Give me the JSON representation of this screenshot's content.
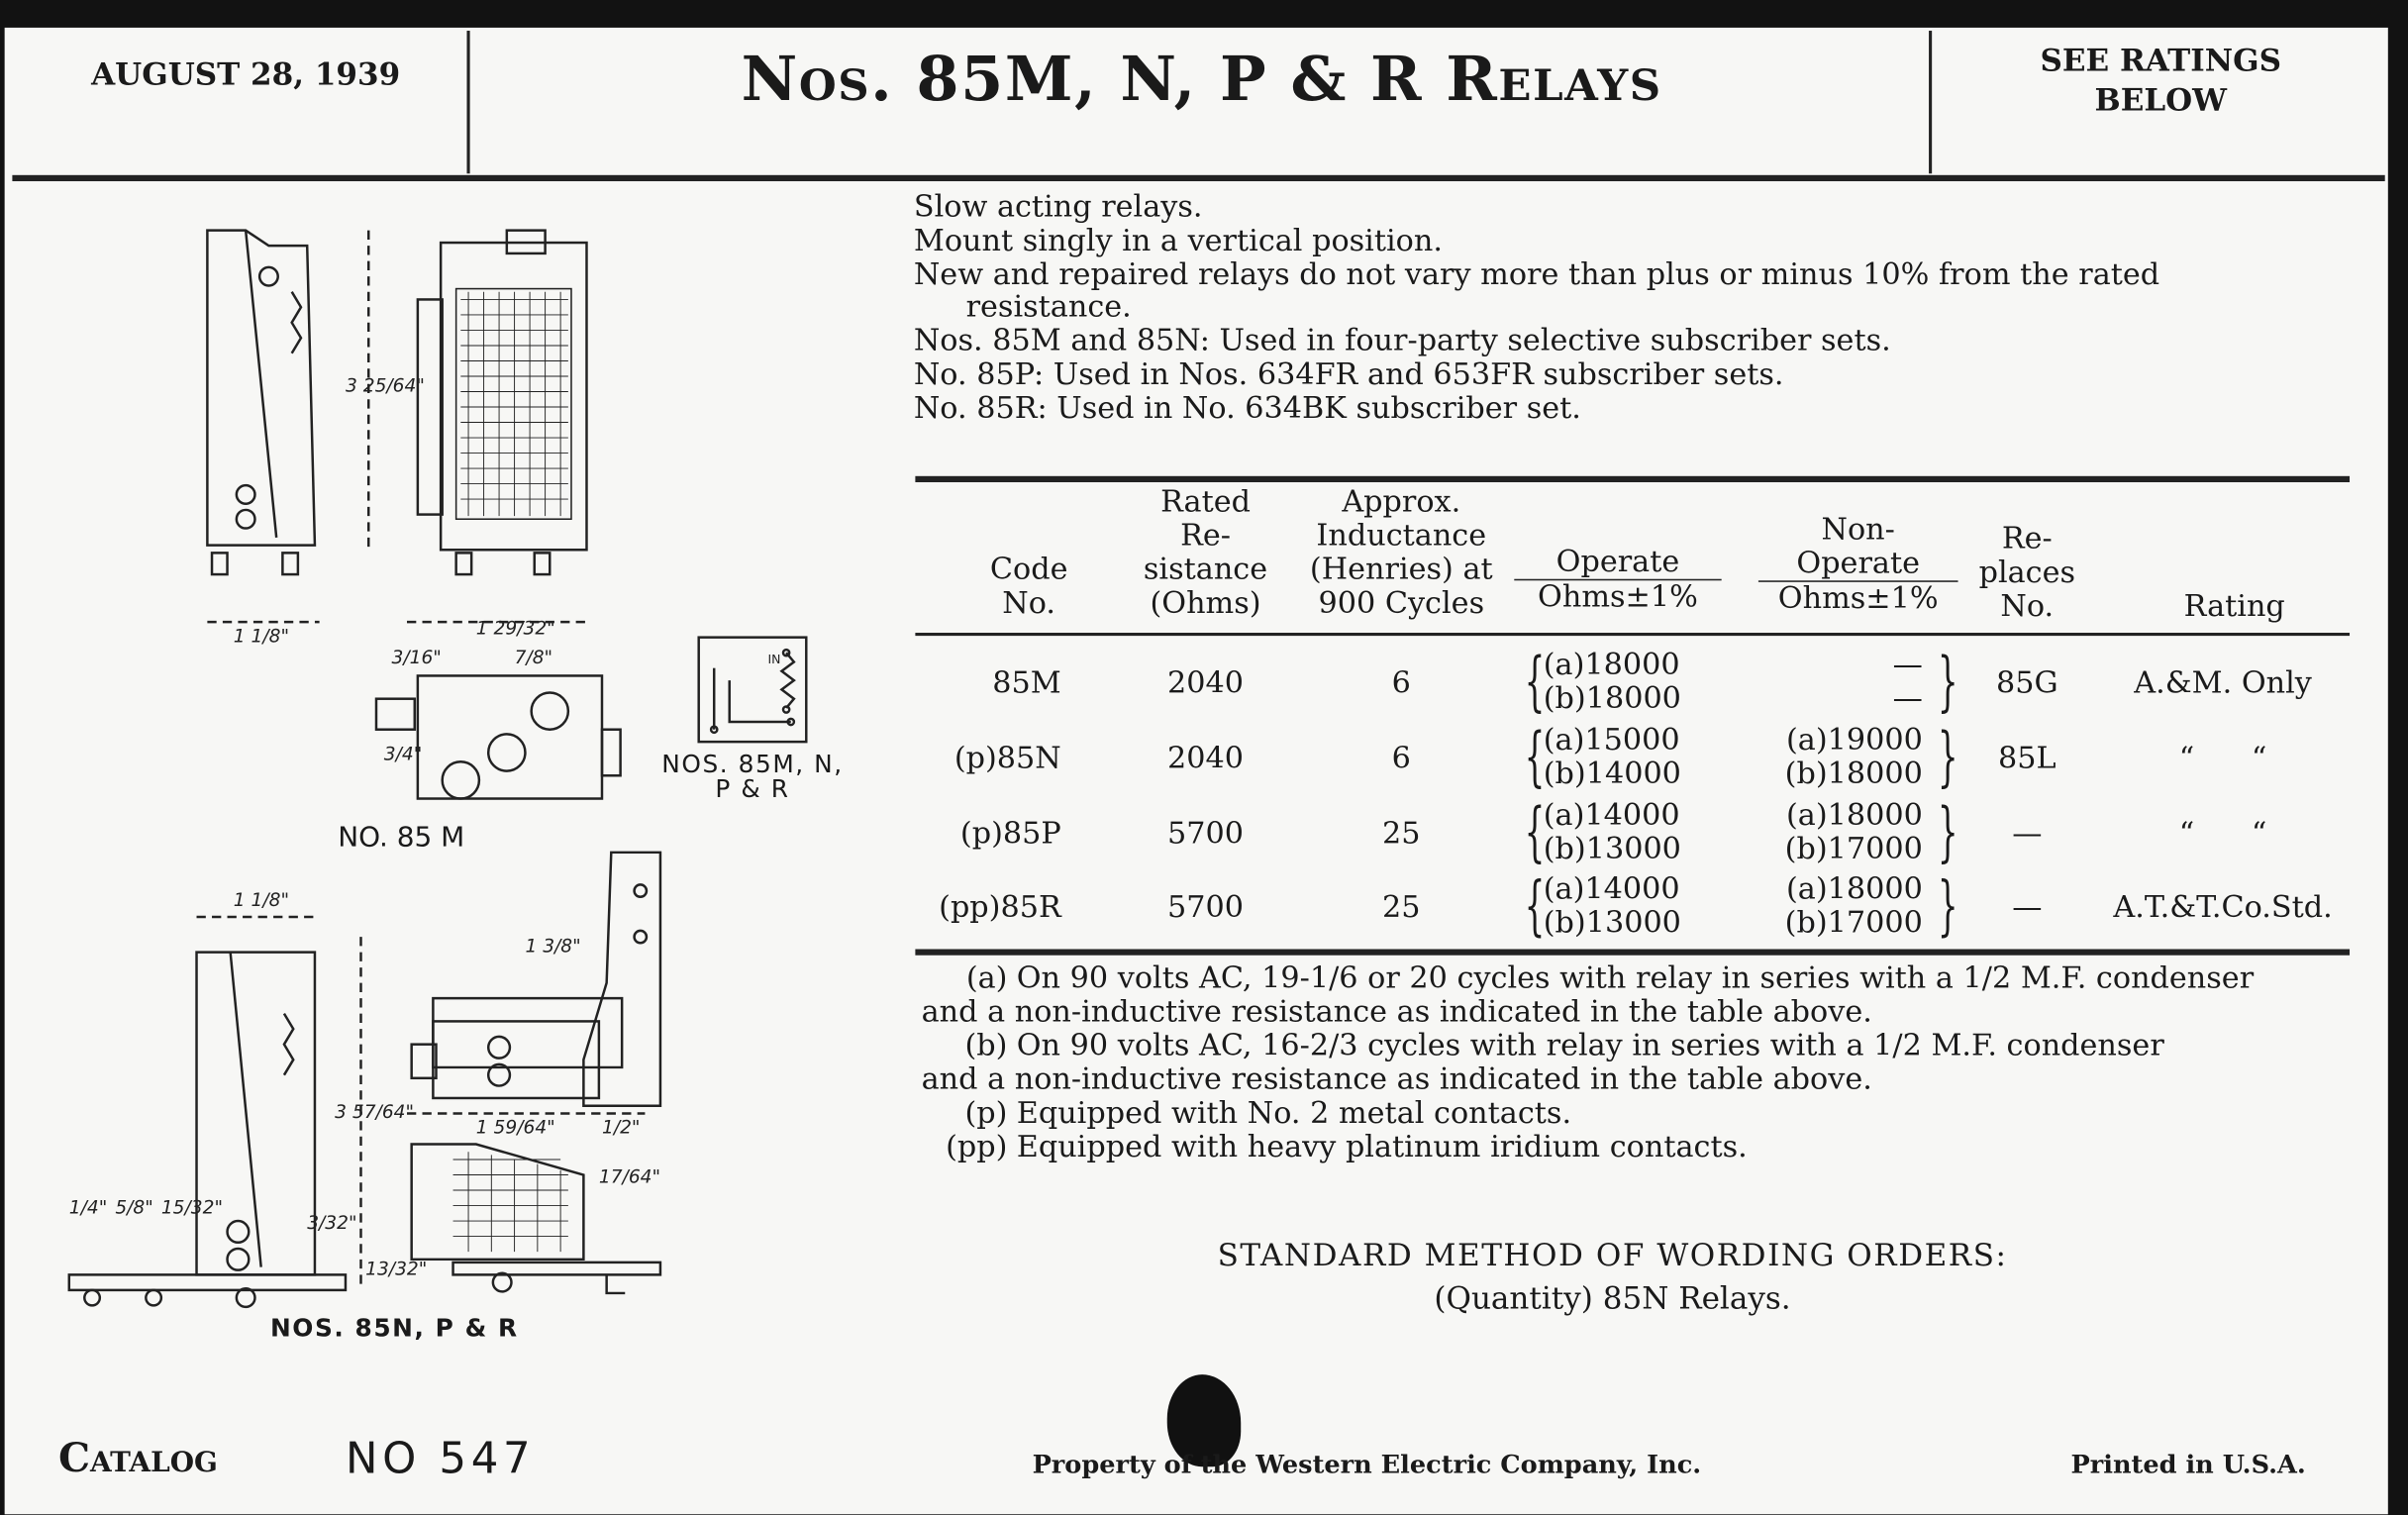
{
  "header": {
    "date": "AUGUST 28, 1939",
    "title": "Nos. 85M, N, P & R Relays",
    "ratings_note": [
      "SEE RATINGS",
      "BELOW"
    ]
  },
  "intro": [
    "Slow acting relays.",
    "Mount singly in a vertical position.",
    "New and repaired relays do not vary more than plus or minus 10% from the rated",
    "resistance.",
    "Nos. 85M and 85N:  Used in four-party selective subscriber sets.",
    "No. 85P:  Used in Nos. 634FR and 653FR subscriber sets.",
    "No. 85R:  Used in No. 634BK subscriber set."
  ],
  "table": {
    "headers": {
      "code": [
        "Code",
        "No."
      ],
      "resistance": [
        "Rated",
        "Re-",
        "sistance",
        "(Ohms)"
      ],
      "inductance": [
        "Approx.",
        "Inductance",
        "(Henries) at",
        "900 Cycles"
      ],
      "operate": [
        "Operate",
        "Ohms±1%"
      ],
      "non_operate": [
        "Non-",
        "Operate",
        "Ohms±1%"
      ],
      "replaces": [
        "Re-",
        "places",
        "No."
      ],
      "rating": [
        "Rating"
      ]
    },
    "rows": [
      {
        "code": "85M",
        "resistance": "2040",
        "inductance": "6",
        "operate_a": "(a)18000",
        "operate_b": "(b)18000",
        "non_operate_a": "—",
        "non_operate_b": "—",
        "replaces": "85G",
        "rating": "A.&M. Only"
      },
      {
        "code": "(p)85N",
        "resistance": "2040",
        "inductance": "6",
        "operate_a": "(a)15000",
        "operate_b": "(b)14000",
        "non_operate_a": "(a)19000",
        "non_operate_b": "(b)18000",
        "replaces": "85L",
        "rating": "“      “"
      },
      {
        "code": "(p)85P",
        "resistance": "5700",
        "inductance": "25",
        "operate_a": "(a)14000",
        "operate_b": "(b)13000",
        "non_operate_a": "(a)18000",
        "non_operate_b": "(b)17000",
        "replaces": "—",
        "rating": "“      “"
      },
      {
        "code": "(pp)85R",
        "resistance": "5700",
        "inductance": "25",
        "operate_a": "(a)14000",
        "operate_b": "(b)13000",
        "non_operate_a": "(a)18000",
        "non_operate_b": "(b)17000",
        "replaces": "—",
        "rating": "A.T.&T.Co.Std."
      }
    ]
  },
  "notes": [
    {
      "key": "(a)",
      "text": "On 90 volts AC, 19-1/6 or 20 cycles with relay in series with a 1/2 M.F. condenser",
      "cont": "and a non-inductive resistance as indicated in the table above."
    },
    {
      "key": "(b)",
      "text": "On 90 volts AC, 16-2/3 cycles with relay in series with a 1/2 M.F. condenser",
      "cont": "and a non-inductive resistance as indicated in the table above."
    },
    {
      "key": "(p)",
      "text": "Equipped with No. 2 metal contacts."
    },
    {
      "key": "(pp)",
      "text": "Equipped with heavy platinum iridium contacts."
    }
  ],
  "ordering": {
    "heading": "STANDARD METHOD OF WORDING ORDERS:",
    "example": "(Quantity) 85N Relays."
  },
  "drawings": {
    "label_85m": "NO. 85  M",
    "label_schematic": [
      "NOS. 85M, N,",
      "P & R"
    ],
    "label_85npr": "NOS. 85N, P & R",
    "schematic_in": "IN",
    "dims": [
      "3 25/64\"",
      "1 1/8\"",
      "1 29/32\"",
      "3/16\"",
      "7/8\"",
      "3/4\"",
      "1 1/8\"",
      "1 3/8\"",
      "3 57/64\"",
      "1 59/64\"",
      "1/2\"",
      "17/64\"",
      "1/4\"",
      "5/8\"",
      "15/32\"",
      "3/32\"",
      "13/32\""
    ]
  },
  "footer": {
    "catalog": "Catalog",
    "catalog_no": "NO 547",
    "property": "Property of the Western Electric Company, Inc.",
    "printed": "Printed in U.S.A."
  }
}
